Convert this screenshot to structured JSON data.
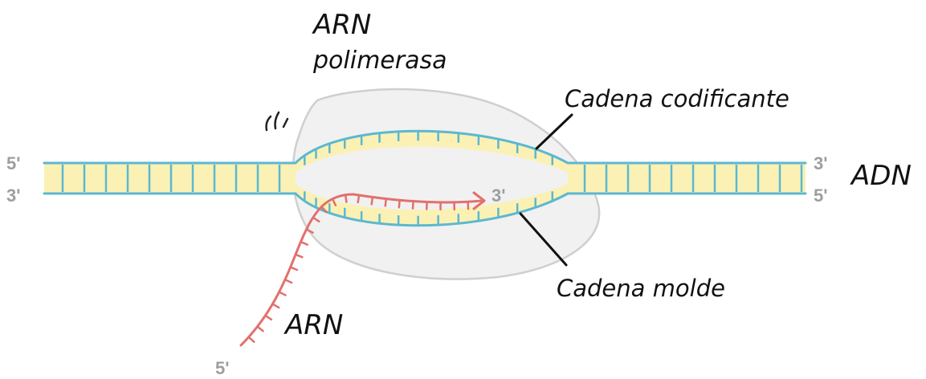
{
  "labels": {
    "polymerase_line1": "ARN",
    "polymerase_line2": "polimerasa",
    "coding_strand": "Cadena codificante",
    "template_strand": "Cadena molde",
    "dna": "ADN",
    "rna": "ARN"
  },
  "ends": {
    "top_left": "5'",
    "bottom_left": "3'",
    "top_right": "3'",
    "bottom_right": "5'",
    "rna_tip": "3'",
    "rna_start": "5'"
  },
  "colors": {
    "dna_strand": "#5bb8d0",
    "base_fill": "#fbf1b5",
    "rna_strand": "#e2706c",
    "polymerase_fill": "#f1f1f1",
    "polymerase_stroke": "#cfcfcf",
    "end_label": "#9e9e9e",
    "text": "#111111"
  }
}
